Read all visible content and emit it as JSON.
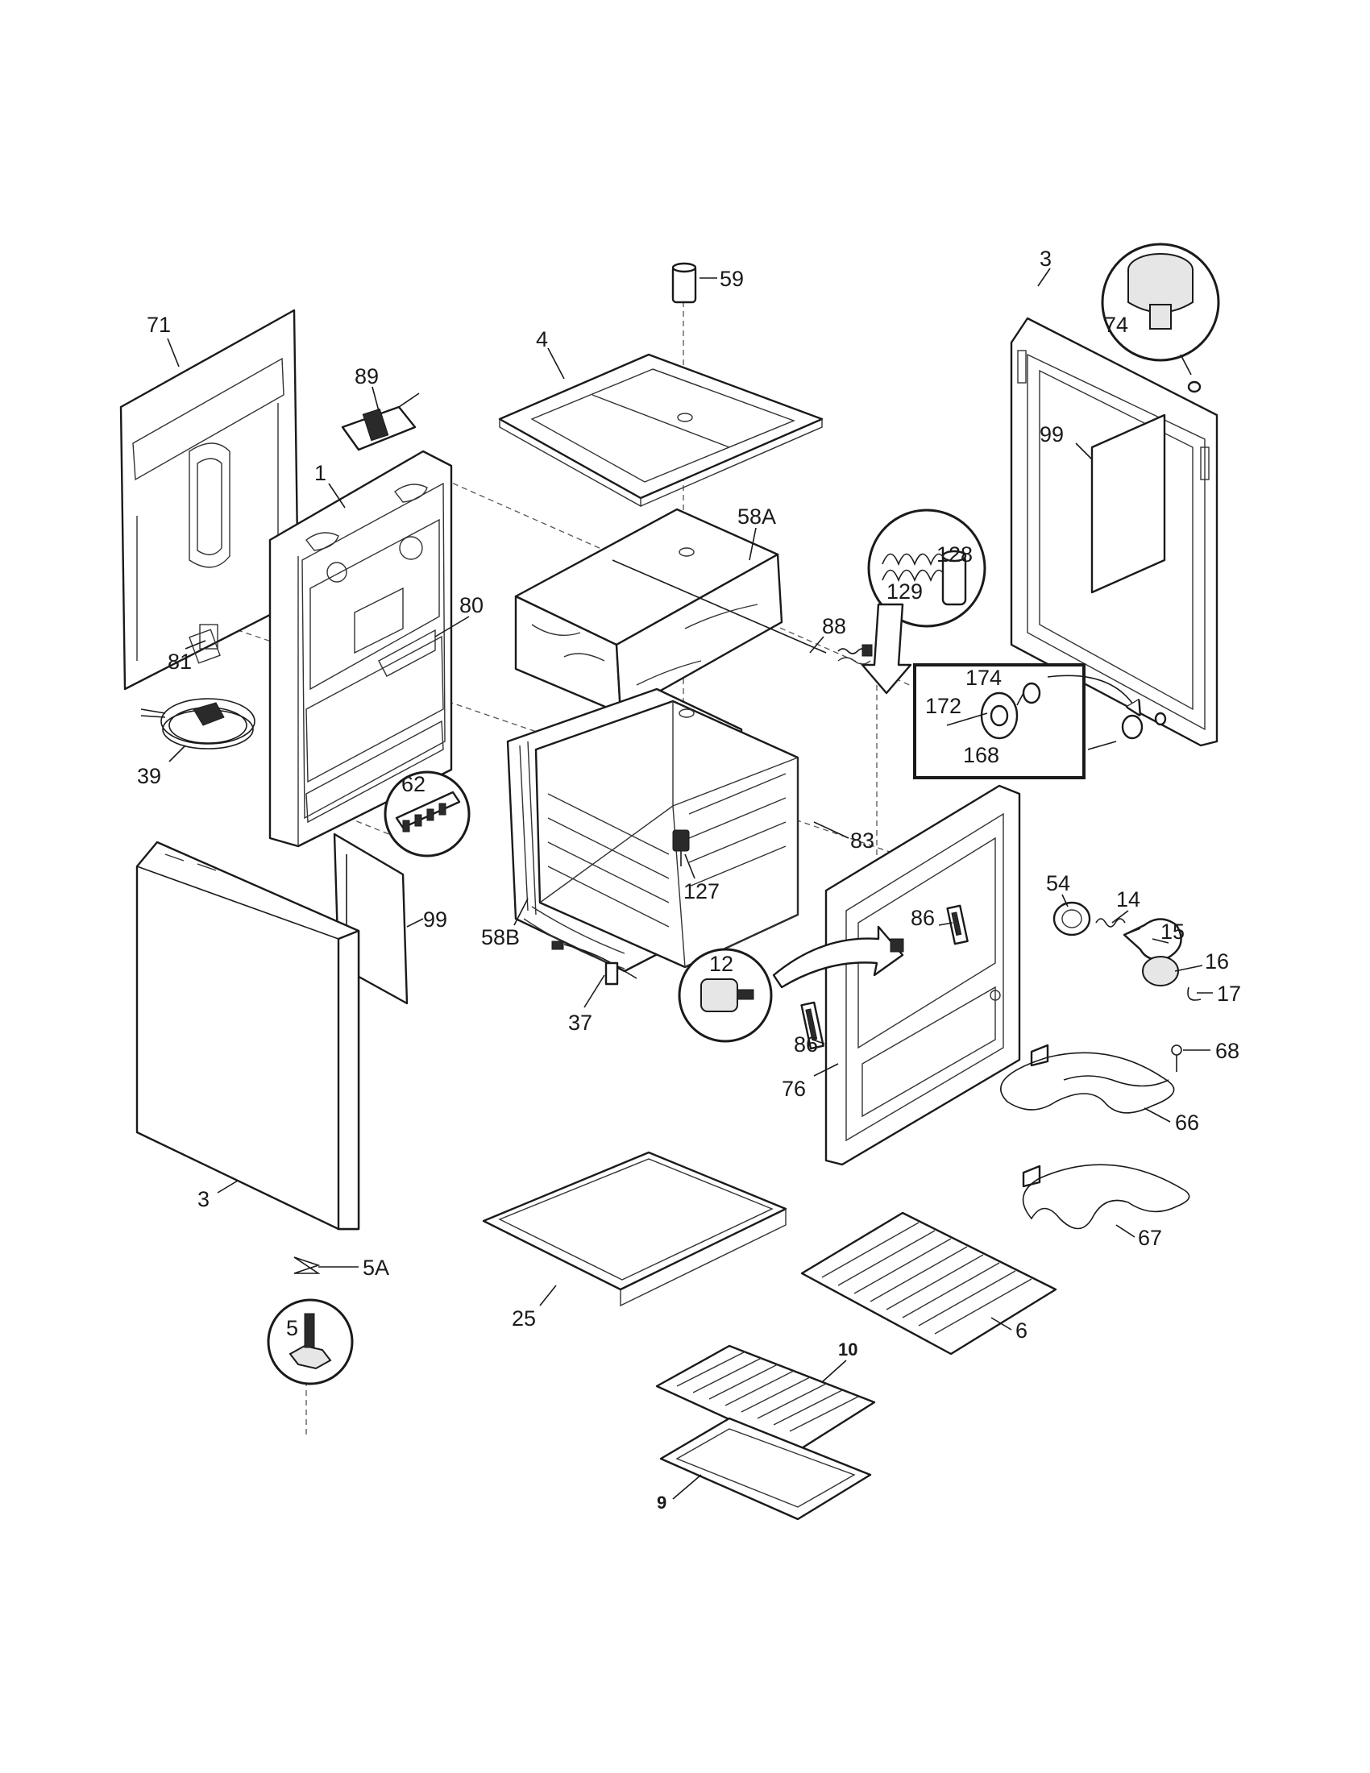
{
  "callouts": {
    "p71": "71",
    "p89": "89",
    "p1": "1",
    "p80": "80",
    "p81": "81",
    "p39": "39",
    "p62": "62",
    "p99a": "99",
    "p58b": "58B",
    "p37": "37",
    "p3a": "3",
    "p5a": "5A",
    "p5": "5",
    "p59": "59",
    "p4": "4",
    "p58a": "58A",
    "p88": "88",
    "p83": "83",
    "p127": "127",
    "p12": "12",
    "p86a": "86",
    "p86b": "86",
    "p76": "76",
    "p25": "25",
    "p6": "6",
    "p10": "10",
    "p9": "9",
    "p3b": "3",
    "p74": "74",
    "p99b": "99",
    "p128": "128",
    "p129": "129",
    "p174": "174",
    "p172": "172",
    "p168": "168",
    "p54": "54",
    "p14": "14",
    "p15": "15",
    "p16": "16",
    "p17": "17",
    "p68": "68",
    "p66": "66",
    "p67": "67"
  }
}
